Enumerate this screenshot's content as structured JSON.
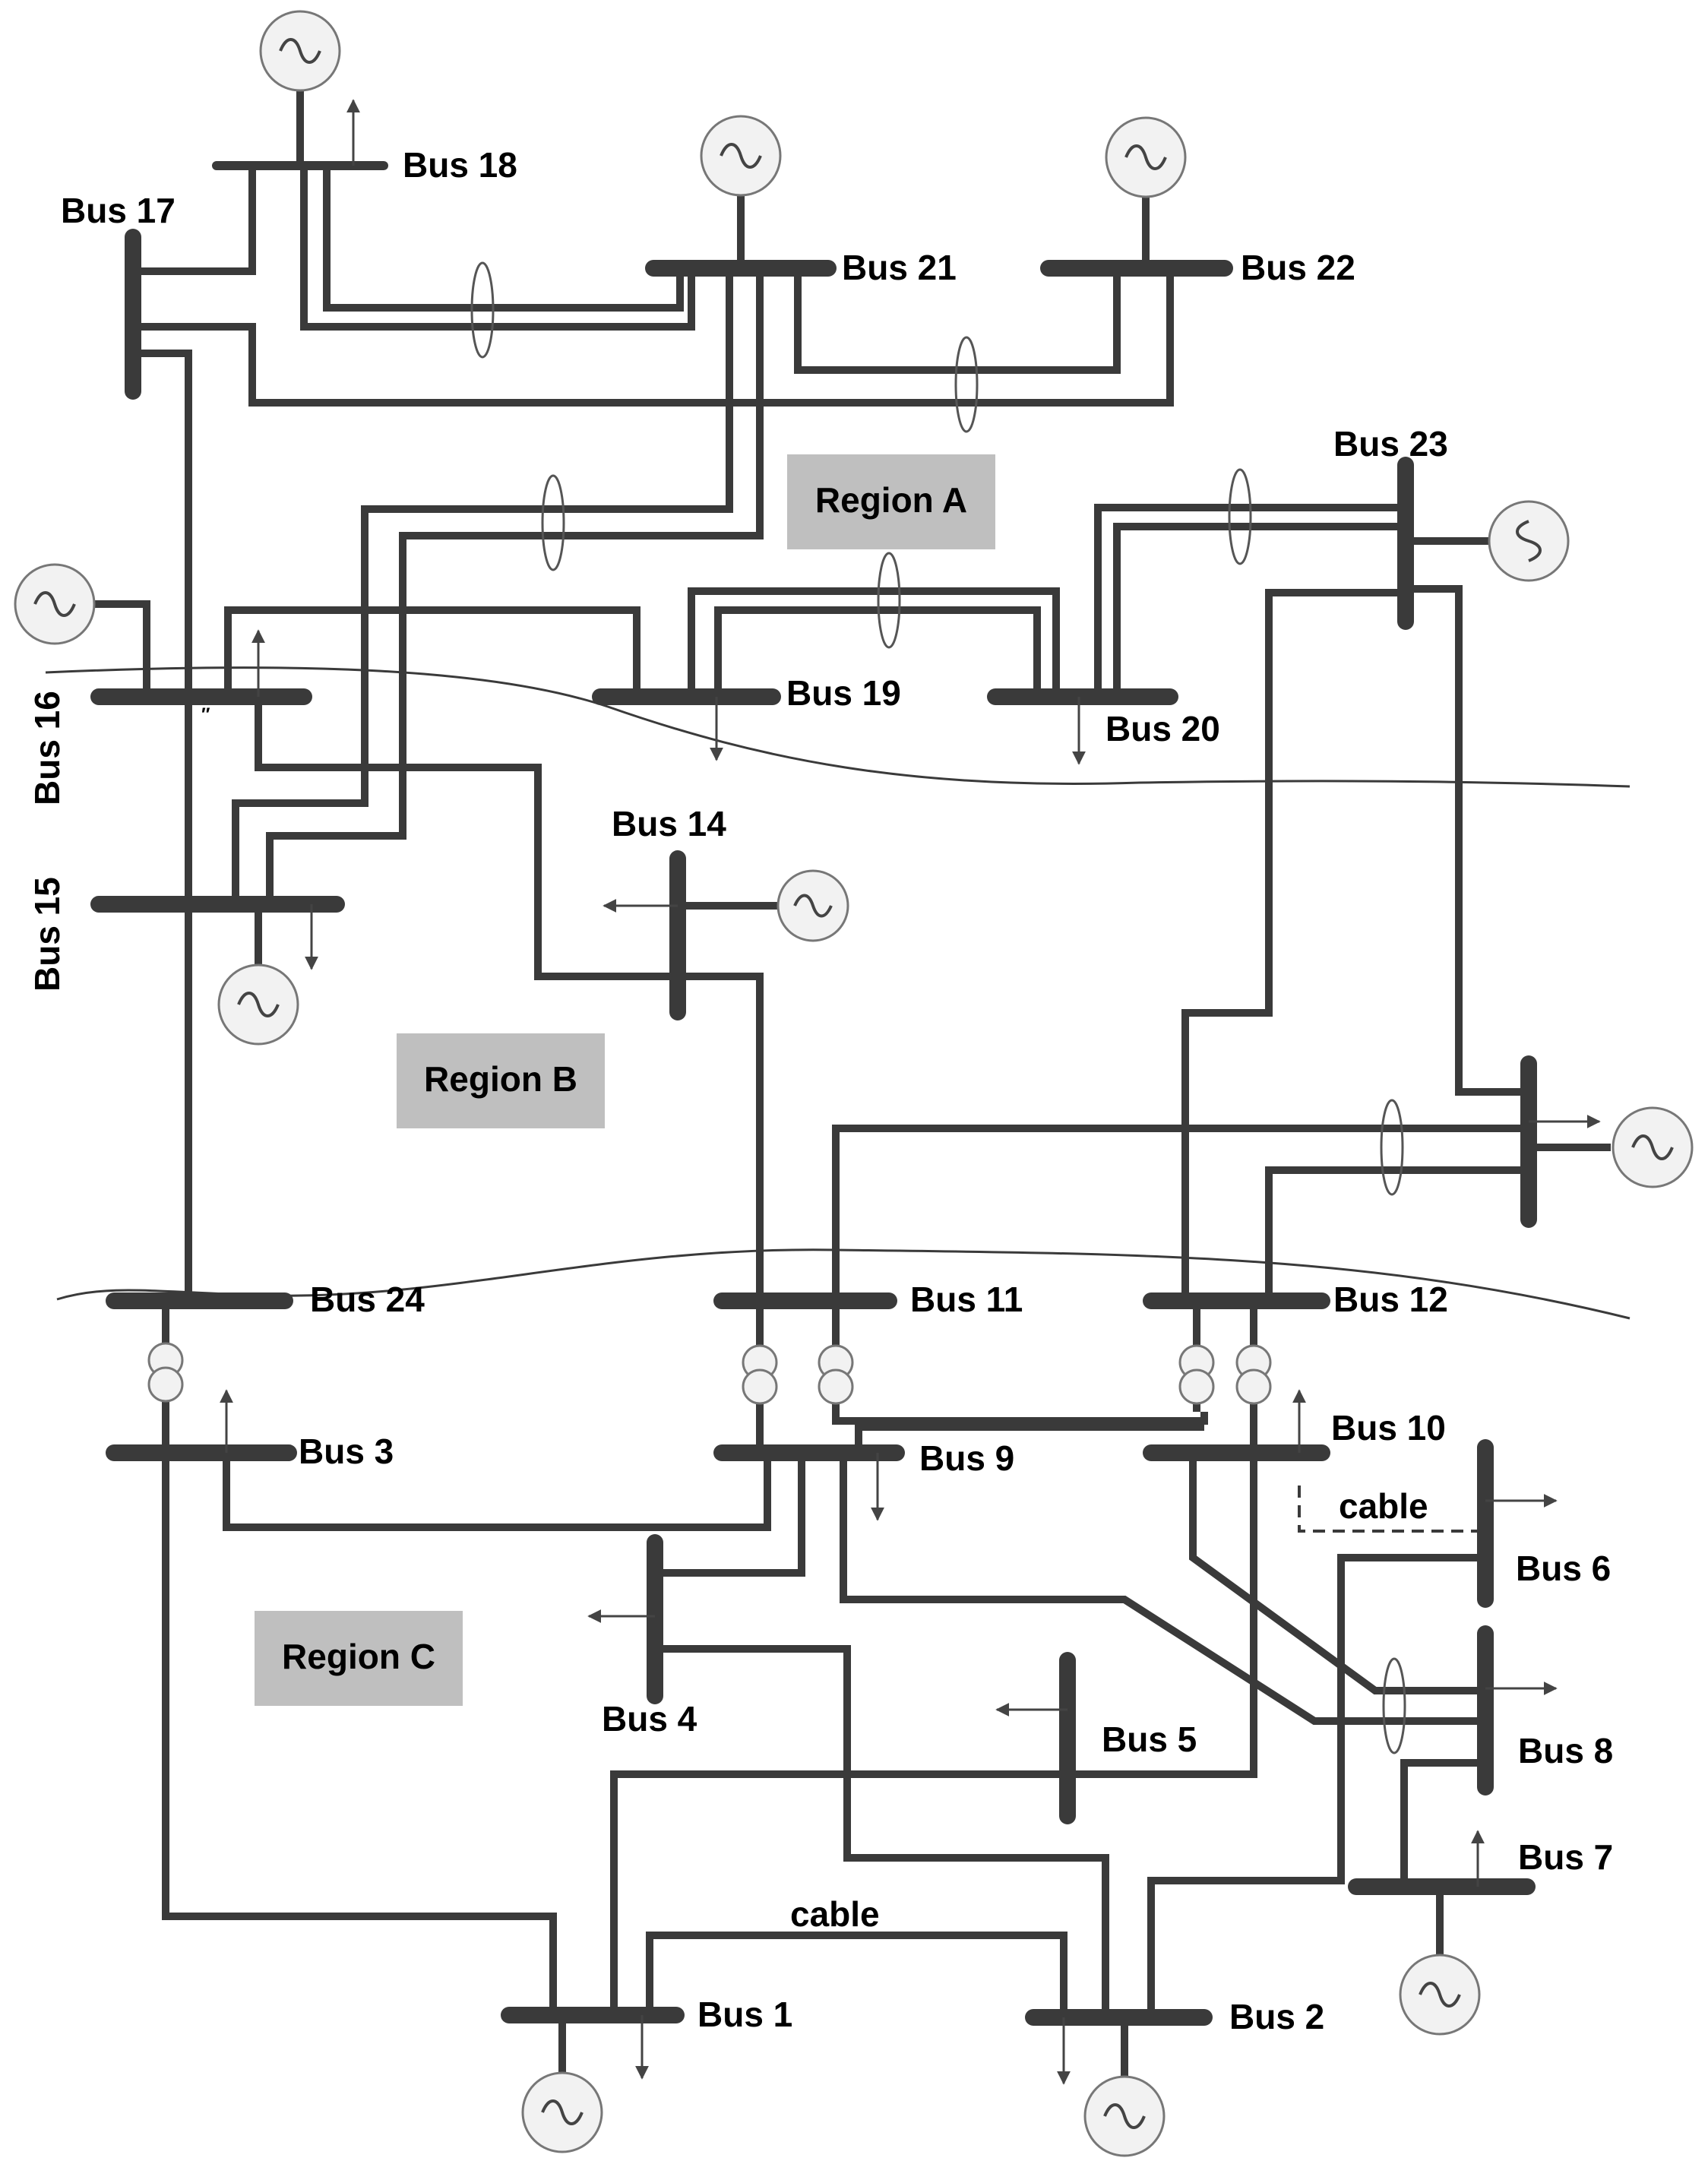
{
  "buses": {
    "b1": "Bus 1",
    "b2": "Bus 2",
    "b3": "Bus 3",
    "b4": "Bus 4",
    "b5": "Bus 5",
    "b6": "Bus 6",
    "b7": "Bus 7",
    "b8": "Bus 8",
    "b9": "Bus 9",
    "b10": "Bus 10",
    "b11": "Bus 11",
    "b12": "Bus 12",
    "b14": "Bus 14",
    "b15": "Bus 15",
    "b16": "Bus 16",
    "b17": "Bus 17",
    "b18": "Bus 18",
    "b19": "Bus 19",
    "b20": "Bus 20",
    "b21": "Bus 21",
    "b22": "Bus 22",
    "b23": "Bus 23",
    "b24": "Bus 24"
  },
  "regions": {
    "a": "Region A",
    "b": "Region B",
    "c": "Region C"
  },
  "cables": {
    "c1": "cable",
    "c2": "cable"
  },
  "stray_mark": "″",
  "colors": {
    "line": "#3a3a3a",
    "region_fill": "#bfbfbf",
    "generator_fill": "#f2f2f2"
  }
}
